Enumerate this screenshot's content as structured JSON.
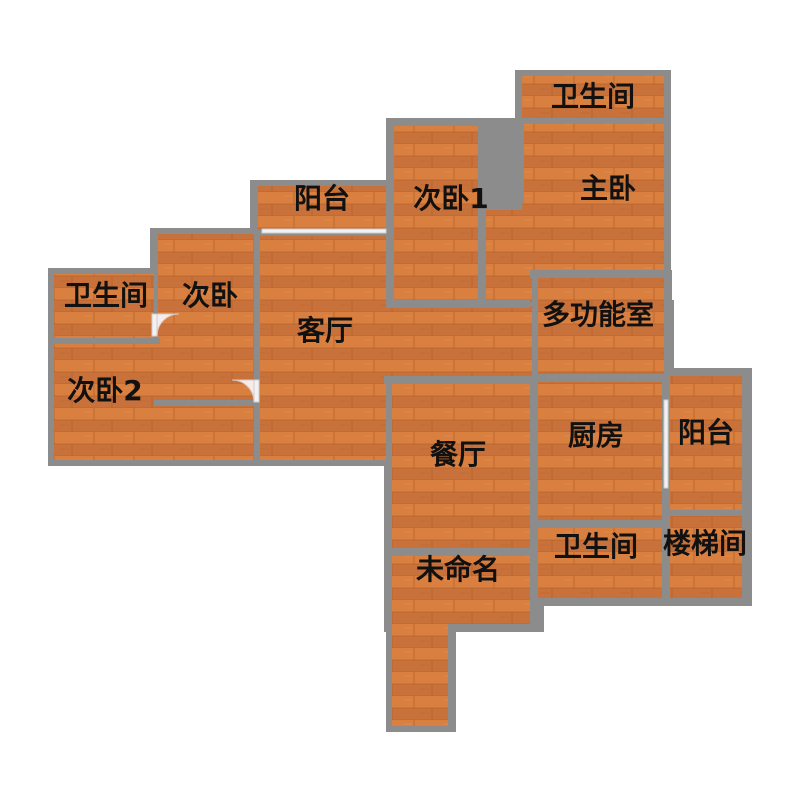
{
  "colors": {
    "wall": "#8c8c8c",
    "floor_base": "#d2773a",
    "floor_light": "#e0894a",
    "floor_dark": "#b86a33",
    "door": "#f2f2f2",
    "label": "#111111"
  },
  "rooms": {
    "master_bath": "卫生间",
    "balcony_top": "阳台",
    "second_bed_1": "次卧1",
    "master_bed": "主卧",
    "left_bath": "卫生间",
    "second_bed": "次卧",
    "living_room": "客厅",
    "multi_room": "多功能室",
    "second_bed_2": "次卧2",
    "dining_room": "餐厅",
    "kitchen": "厨房",
    "balcony_right": "阳台",
    "bath_bottom": "卫生间",
    "stairwell": "楼梯间",
    "unnamed": "未命名"
  }
}
